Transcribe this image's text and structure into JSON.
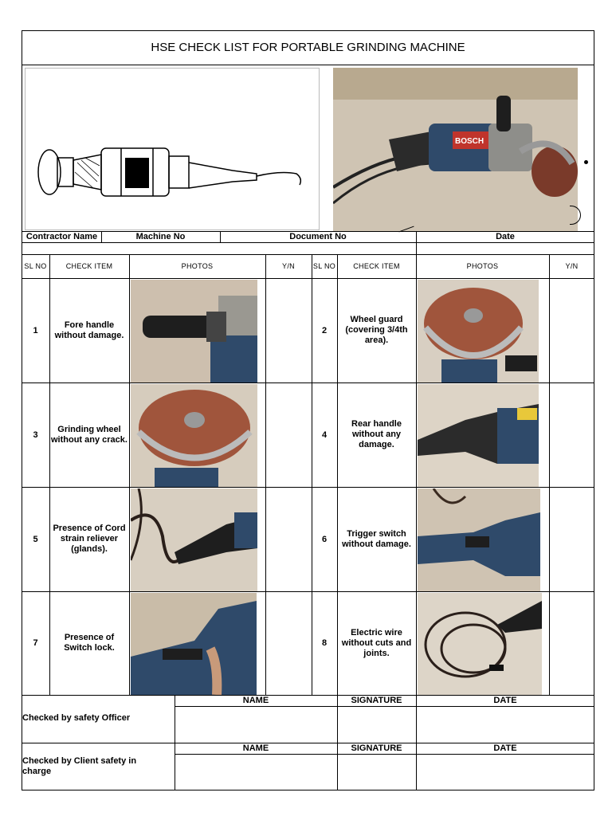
{
  "title": "HSE CHECK LIST FOR PORTABLE GRINDING MACHINE",
  "info_row": {
    "contractor": "Contractor Name",
    "machine": "Machine No",
    "document": "Document No",
    "date": "Date"
  },
  "table_headers": {
    "sl": "SL NO",
    "check_item": "CHECK ITEM",
    "photos": "PHOTOS",
    "yn": "Y/N"
  },
  "items": [
    {
      "sl": "1",
      "text": "Fore handle without damage."
    },
    {
      "sl": "2",
      "text": "Wheel guard (covering 3/4th area)."
    },
    {
      "sl": "3",
      "text": "Grinding wheel without any crack."
    },
    {
      "sl": "4",
      "text": "Rear handle without any damage."
    },
    {
      "sl": "5",
      "text": "Presence of Cord strain reliever (glands)."
    },
    {
      "sl": "6",
      "text": "Trigger switch without damage."
    },
    {
      "sl": "7",
      "text": "Presence of Switch lock."
    },
    {
      "sl": "8",
      "text": "Electric wire without cuts and joints."
    }
  ],
  "signoff": {
    "officer_label": "Checked by safety Officer",
    "client_label": "Checked by Client  safety in charge",
    "name": "NAME",
    "signature": "SIGNATURE",
    "date": "DATE"
  },
  "photo_brand_text": "BOSCH",
  "colors": {
    "wall": "#d9cfc0",
    "tool_blue": "#2f4a6a",
    "wheel_rust": "#a0553c",
    "handle_black": "#1e1e1e"
  }
}
